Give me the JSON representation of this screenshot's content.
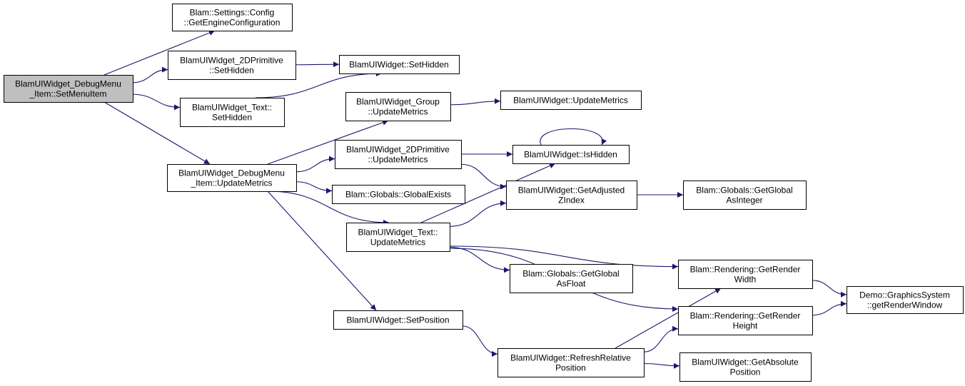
{
  "graph": {
    "edge_color": "#191970",
    "root_fill": "#bfbfbf",
    "nodes": [
      {
        "id": "root",
        "lines": [
          "BlamUIWidget_DebugMenu",
          "_Item::SetMenuItem"
        ],
        "root": true
      },
      {
        "id": "getengineconfig",
        "lines": [
          "Blam::Settings::Config",
          "::GetEngineConfiguration"
        ]
      },
      {
        "id": "prim_sethidden",
        "lines": [
          "BlamUIWidget_2DPrimitive",
          "::SetHidden"
        ]
      },
      {
        "id": "text_sethidden",
        "lines": [
          "BlamUIWidget_Text::",
          "SetHidden"
        ]
      },
      {
        "id": "debug_updatemetrics",
        "lines": [
          "BlamUIWidget_DebugMenu",
          "_Item::UpdateMetrics"
        ]
      },
      {
        "id": "sethidden",
        "lines": [
          "BlamUIWidget::SetHidden"
        ]
      },
      {
        "id": "group_updatemetrics",
        "lines": [
          "BlamUIWidget_Group",
          "::UpdateMetrics"
        ]
      },
      {
        "id": "prim_updatemetrics",
        "lines": [
          "BlamUIWidget_2DPrimitive",
          "::UpdateMetrics"
        ]
      },
      {
        "id": "globalexists",
        "lines": [
          "Blam::Globals::GlobalExists"
        ]
      },
      {
        "id": "text_updatemetrics",
        "lines": [
          "BlamUIWidget_Text::",
          "UpdateMetrics"
        ]
      },
      {
        "id": "setposition",
        "lines": [
          "BlamUIWidget::SetPosition"
        ]
      },
      {
        "id": "updatemetrics",
        "lines": [
          "BlamUIWidget::UpdateMetrics"
        ]
      },
      {
        "id": "ishidden",
        "lines": [
          "BlamUIWidget::IsHidden"
        ]
      },
      {
        "id": "getadjustedz",
        "lines": [
          "BlamUIWidget::GetAdjusted",
          "ZIndex"
        ]
      },
      {
        "id": "getglobalfloat",
        "lines": [
          "Blam::Globals::GetGlobal",
          "AsFloat"
        ]
      },
      {
        "id": "refreshrelpos",
        "lines": [
          "BlamUIWidget::RefreshRelative",
          "Position"
        ]
      },
      {
        "id": "getglobalint",
        "lines": [
          "Blam::Globals::GetGlobal",
          "AsInteger"
        ]
      },
      {
        "id": "renderwidth",
        "lines": [
          "Blam::Rendering::GetRender",
          "Width"
        ]
      },
      {
        "id": "renderheight",
        "lines": [
          "Blam::Rendering::GetRender",
          "Height"
        ]
      },
      {
        "id": "getabspos",
        "lines": [
          "BlamUIWidget::GetAbsolute",
          "Position"
        ]
      },
      {
        "id": "getrenderwindow",
        "lines": [
          "Demo::GraphicsSystem",
          "::getRenderWindow"
        ]
      }
    ],
    "edges": [
      {
        "from": "root",
        "to": "getengineconfig"
      },
      {
        "from": "root",
        "to": "prim_sethidden"
      },
      {
        "from": "root",
        "to": "text_sethidden"
      },
      {
        "from": "root",
        "to": "debug_updatemetrics"
      },
      {
        "from": "prim_sethidden",
        "to": "sethidden"
      },
      {
        "from": "text_sethidden",
        "to": "sethidden"
      },
      {
        "from": "debug_updatemetrics",
        "to": "group_updatemetrics"
      },
      {
        "from": "debug_updatemetrics",
        "to": "prim_updatemetrics"
      },
      {
        "from": "debug_updatemetrics",
        "to": "globalexists"
      },
      {
        "from": "debug_updatemetrics",
        "to": "text_updatemetrics"
      },
      {
        "from": "debug_updatemetrics",
        "to": "setposition"
      },
      {
        "from": "group_updatemetrics",
        "to": "updatemetrics"
      },
      {
        "from": "prim_updatemetrics",
        "to": "ishidden"
      },
      {
        "from": "prim_updatemetrics",
        "to": "getadjustedz"
      },
      {
        "from": "ishidden",
        "to": "ishidden"
      },
      {
        "from": "text_updatemetrics",
        "to": "ishidden"
      },
      {
        "from": "text_updatemetrics",
        "to": "getadjustedz"
      },
      {
        "from": "text_updatemetrics",
        "to": "getglobalfloat"
      },
      {
        "from": "text_updatemetrics",
        "to": "renderwidth"
      },
      {
        "from": "text_updatemetrics",
        "to": "renderheight"
      },
      {
        "from": "getadjustedz",
        "to": "getglobalint"
      },
      {
        "from": "setposition",
        "to": "refreshrelpos"
      },
      {
        "from": "refreshrelpos",
        "to": "renderwidth"
      },
      {
        "from": "refreshrelpos",
        "to": "renderheight"
      },
      {
        "from": "refreshrelpos",
        "to": "getabspos"
      },
      {
        "from": "renderwidth",
        "to": "getrenderwindow"
      },
      {
        "from": "renderheight",
        "to": "getrenderwindow"
      }
    ]
  }
}
